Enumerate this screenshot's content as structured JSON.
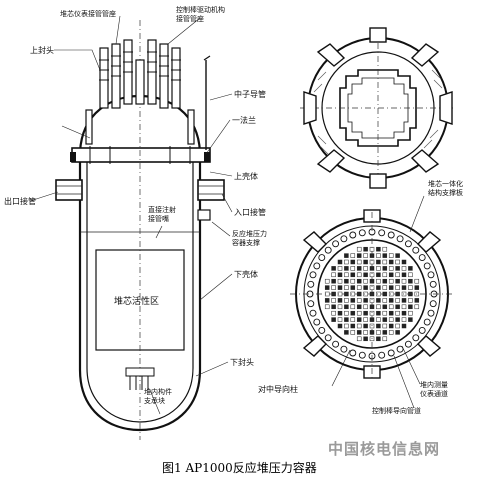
{
  "labels": {
    "instrument_nozzle": "堆芯仪表接管管座",
    "crdm_nozzle": "控制棒驱动机构\n接管管座",
    "upper_head": "上封头",
    "neutron_guide": "中子导管",
    "flange": "一法兰",
    "outlet_nozzle": "出口接管",
    "upper_shell": "上壳体",
    "inlet_nozzle": "入口接管",
    "direct_vessel_injection": "直接注射\n接管嘴",
    "vessel_support": "反应堆压力\n容器支撑",
    "core_active_zone": "堆芯活性区",
    "lower_shell": "下壳体",
    "lower_head": "下封头",
    "incore_instrument_support": "堆内构件\n支承块",
    "core_shroud": "堆芯一体化\n结构支撑板",
    "radial_support": "对中导向柱",
    "incore_instrument_channel": "堆内测量\n仪表通道",
    "control_rod_guide": "控制棒导向管道"
  },
  "watermark": "中国核电信息网",
  "caption": "图1 AP1000反应堆压力容器"
}
